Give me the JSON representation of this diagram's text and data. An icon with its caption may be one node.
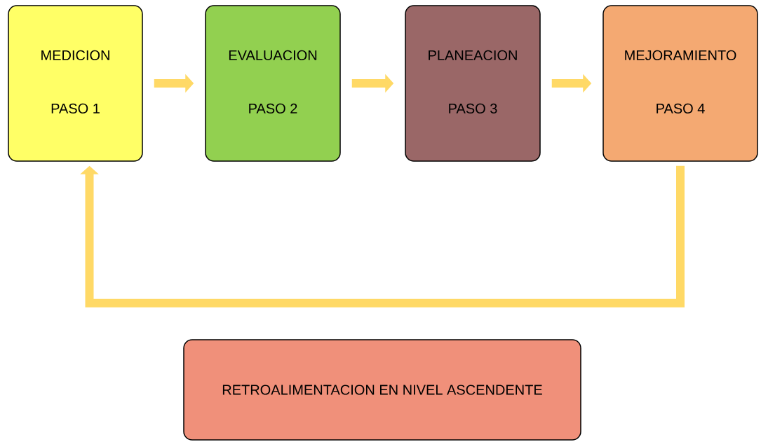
{
  "diagram": {
    "nodes": [
      {
        "text": [
          "MEDICION",
          "PASO 1"
        ]
      },
      {
        "text": [
          "EVALUACION",
          "PASO 2"
        ]
      },
      {
        "text": [
          "PLANEACION",
          "PASO 3"
        ]
      },
      {
        "text": [
          "MEJORAMIENTO",
          "PASO 4"
        ]
      },
      {
        "text": [
          "RETROALIMENTACION EN NIVEL ASCENDENTE"
        ]
      }
    ],
    "edges": [
      {
        "from": 0,
        "to": 1,
        "arrow": "to"
      },
      {
        "from": 1,
        "to": 2,
        "arrow": "to"
      },
      {
        "from": 2,
        "to": 3,
        "arrow": "to"
      },
      {
        "from": 3,
        "to": 0,
        "arrow": "to"
      }
    ]
  }
}
